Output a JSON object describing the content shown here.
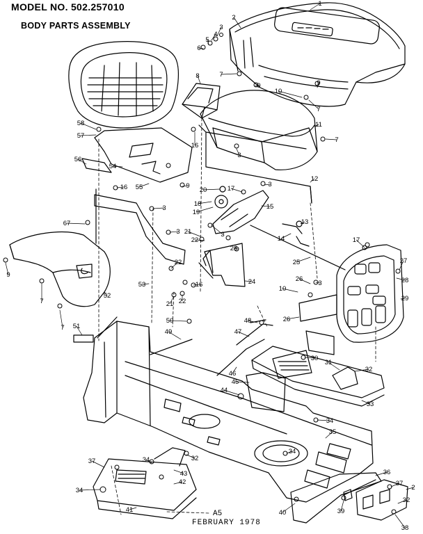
{
  "header": {
    "model": "MODEL NO. 502.257010",
    "assembly": "BODY PARTS ASSEMBLY"
  },
  "footer": {
    "code": "A5",
    "date": "FEBRUARY 1978"
  },
  "part_numbers": [
    "1",
    "2",
    "3",
    "4",
    "5",
    "6",
    "7",
    "8",
    "9",
    "10",
    "11",
    "12",
    "13",
    "14",
    "15",
    "16",
    "17",
    "18",
    "19",
    "20",
    "21",
    "22",
    "23",
    "24",
    "25",
    "26",
    "27",
    "28",
    "29",
    "30",
    "31",
    "32",
    "33",
    "34",
    "35",
    "36",
    "37",
    "38",
    "39",
    "40",
    "41",
    "42",
    "43",
    "44",
    "45",
    "46",
    "47",
    "48",
    "49",
    "50",
    "51",
    "52",
    "53",
    "54",
    "55",
    "56",
    "57",
    "58",
    "67"
  ],
  "colors": {
    "ink": "#000000",
    "paper": "#ffffff"
  }
}
